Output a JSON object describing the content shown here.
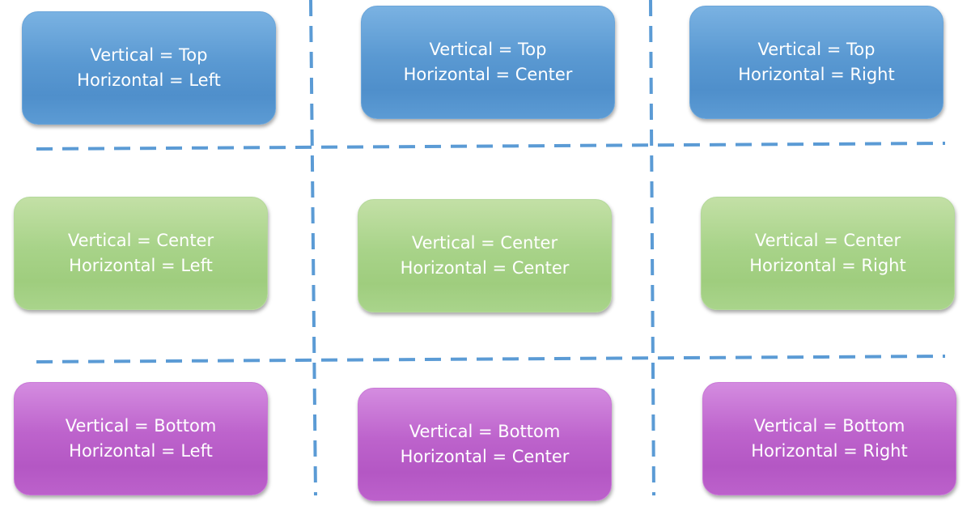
{
  "colors": {
    "divider": "#5b9bd5",
    "top_row": "#5b9bd5",
    "center_row": "#a9d18e",
    "bottom_row": "#bd62cd",
    "text": "#ffffff"
  },
  "boxes": [
    {
      "vertical": "Vertical = Top",
      "horizontal": "Horizontal = Left"
    },
    {
      "vertical": "Vertical = Top",
      "horizontal": "Horizontal = Center"
    },
    {
      "vertical": "Vertical = Top",
      "horizontal": "Horizontal = Right"
    },
    {
      "vertical": "Vertical = Center",
      "horizontal": "Horizontal = Left"
    },
    {
      "vertical": "Vertical = Center",
      "horizontal": "Horizontal = Center"
    },
    {
      "vertical": "Vertical = Center",
      "horizontal": "Horizontal = Right"
    },
    {
      "vertical": "Vertical = Bottom",
      "horizontal": "Horizontal = Left"
    },
    {
      "vertical": "Vertical = Bottom",
      "horizontal": "Horizontal = Center"
    },
    {
      "vertical": "Vertical = Bottom",
      "horizontal": "Horizontal = Right"
    }
  ]
}
